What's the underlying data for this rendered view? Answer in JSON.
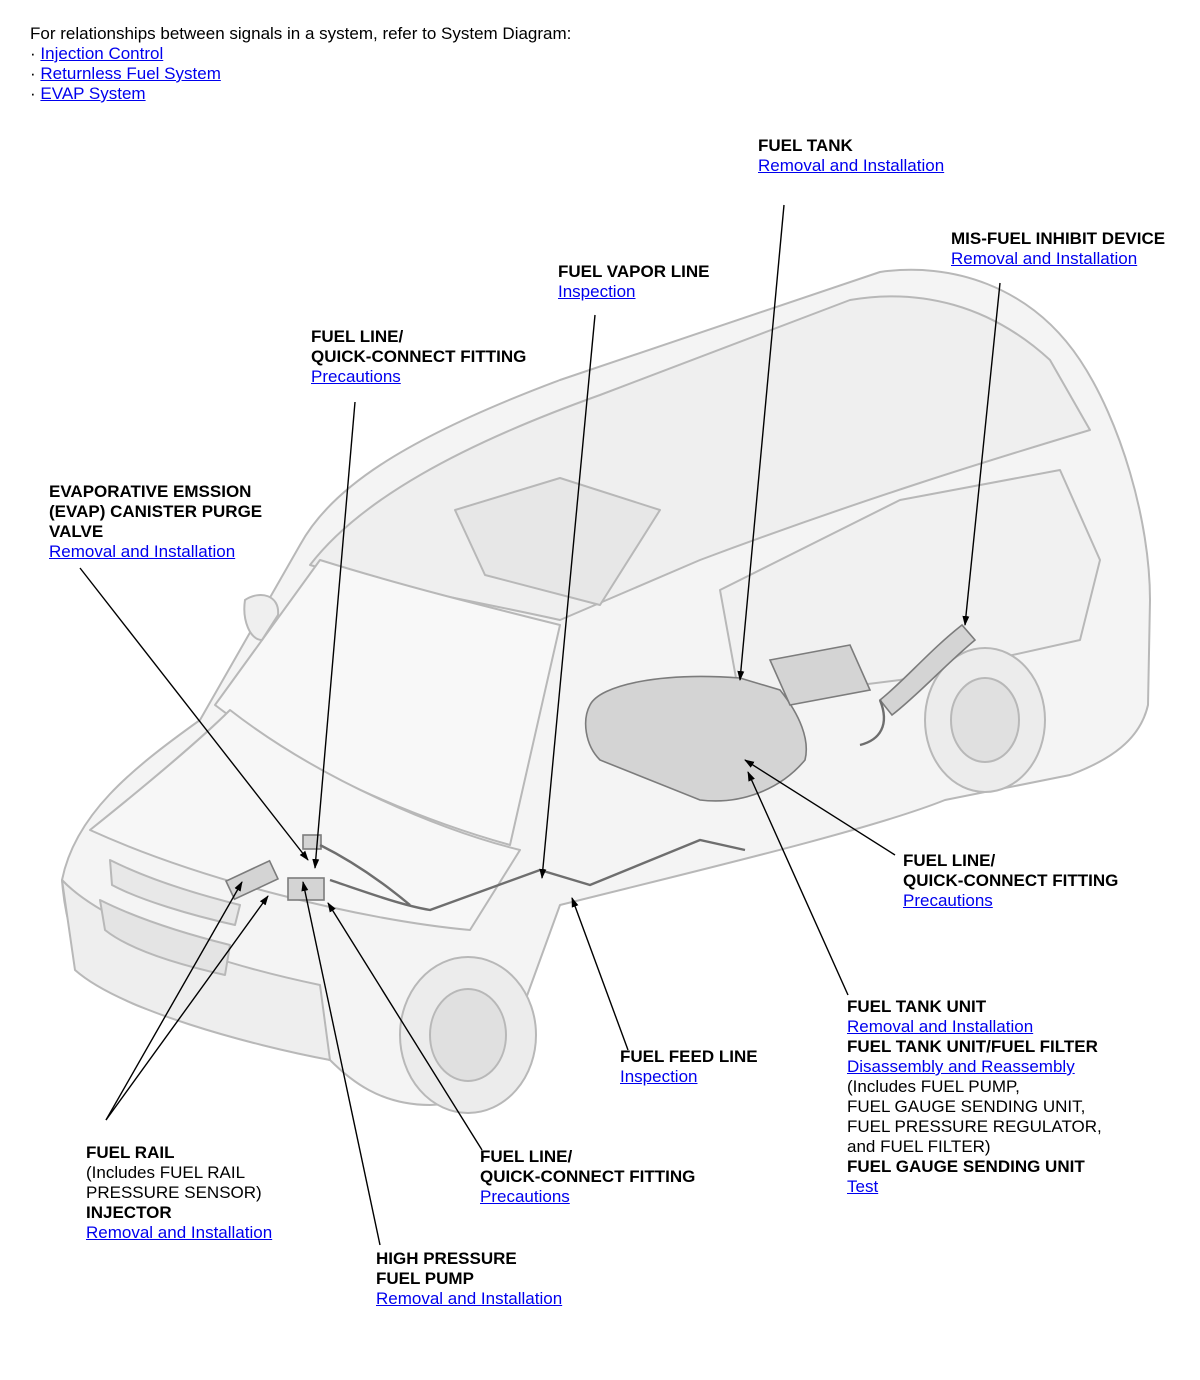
{
  "intro": {
    "text": "For relationships between signals in a system, refer to System Diagram:",
    "bullet": "·",
    "links": [
      "Injection Control",
      "Returnless Fuel System",
      "EVAP System"
    ]
  },
  "callouts": {
    "fuel_tank": {
      "title": "FUEL TANK",
      "link": "Removal and Installation"
    },
    "misfuel": {
      "title": "MIS-FUEL INHIBIT DEVICE",
      "link": "Removal and Installation"
    },
    "vapor_line": {
      "title": "FUEL VAPOR LINE",
      "link": "Inspection"
    },
    "qc_upper": {
      "title1": "FUEL LINE/",
      "title2": "QUICK-CONNECT FITTING",
      "link": "Precautions"
    },
    "evap_valve": {
      "title1": "EVAPORATIVE EMSSION",
      "title2": "(EVAP) CANISTER PURGE",
      "title3": "VALVE",
      "link": "Removal and Installation"
    },
    "qc_right": {
      "title1": "FUEL LINE/",
      "title2": "QUICK-CONNECT FITTING",
      "link": "Precautions"
    },
    "tank_unit": {
      "title1": "FUEL TANK UNIT",
      "link1": "Removal and Installation",
      "title2": "FUEL TANK UNIT/FUEL FILTER",
      "link2": "Disassembly and Reassembly",
      "note1": "(Includes FUEL PUMP,",
      "note2": "FUEL GAUGE SENDING UNIT,",
      "note3": "FUEL PRESSURE REGULATOR,",
      "note4": "and FUEL FILTER)",
      "title3": "FUEL GAUGE SENDING UNIT",
      "link3": "Test"
    },
    "feed_line": {
      "title": "FUEL FEED LINE",
      "link": "Inspection"
    },
    "fuel_rail": {
      "title1": "FUEL RAIL",
      "note1": "(Includes FUEL RAIL",
      "note2": "PRESSURE SENSOR)",
      "title2": "INJECTOR",
      "link": "Removal and Installation"
    },
    "qc_lower": {
      "title1": "FUEL LINE/",
      "title2": "QUICK-CONNECT FITTING",
      "link": "Precautions"
    },
    "hp_pump": {
      "title1": "HIGH PRESSURE",
      "title2": "FUEL PUMP",
      "link": "Removal and Installation"
    }
  },
  "colors": {
    "link": "#0000ee",
    "vehicle_line": "#b8b8b8",
    "vehicle_fill": "#f4f4f4",
    "component": "#8a8a8a"
  }
}
